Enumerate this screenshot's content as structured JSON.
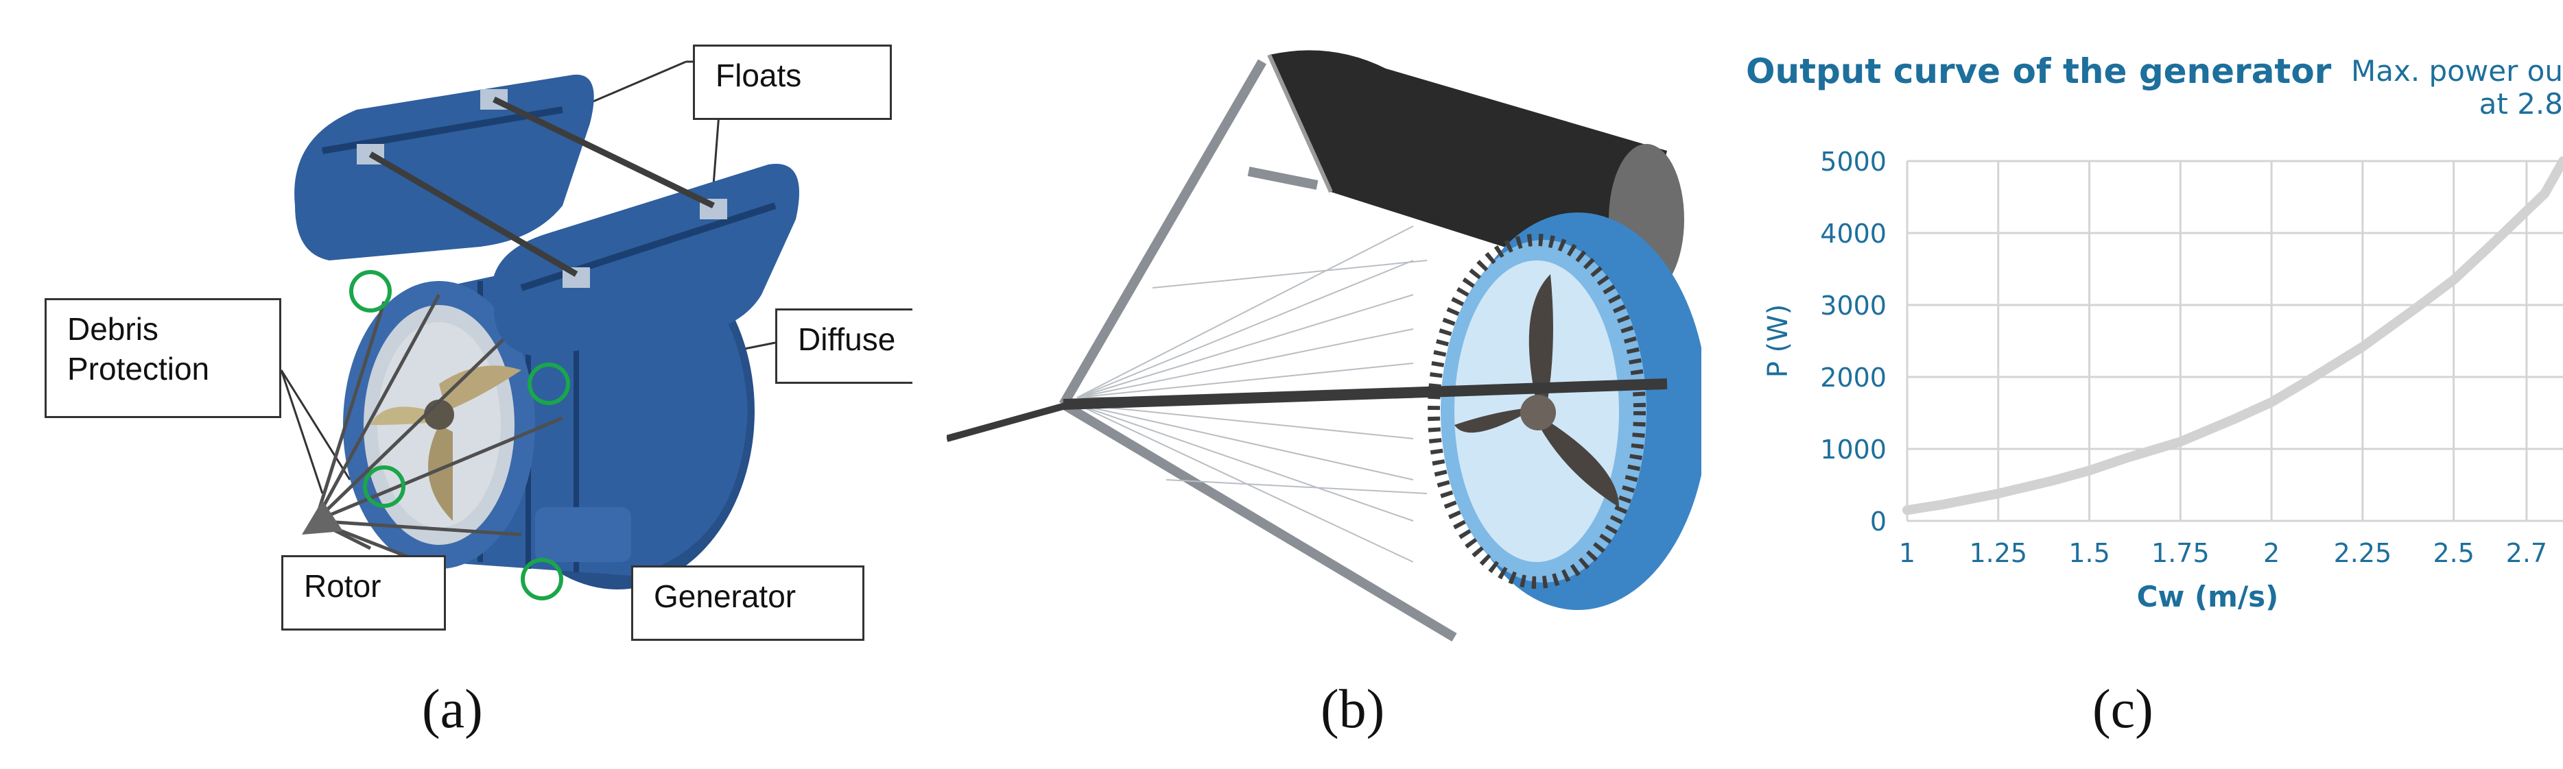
{
  "panels": {
    "a": {
      "caption": "(a)",
      "callouts": {
        "floats": "Floats",
        "debris_line1": "Debris",
        "debris_line2": "Protection",
        "diffuser": "Diffuse",
        "rotor": "Rotor",
        "generator": "Generator"
      },
      "colors": {
        "body": "#2f5f9e",
        "body_dark": "#1c3f72",
        "highlight": "#5a86c4",
        "marker": "#1aa64a"
      }
    },
    "b": {
      "caption": "(b)",
      "colors": {
        "frame": "#8a8f96",
        "ring": "#3b85c6",
        "ring_light": "#7fb9e6",
        "rotor": "#4a4440",
        "tube": "#1b1b1b"
      }
    },
    "c": {
      "caption": "(c)",
      "title": "Output curve of the generator",
      "note_line1": "Max. power ou",
      "note_line2": "at 2.8",
      "colors": {
        "title": "#1d6f9c",
        "grid": "#d4d4d4",
        "curve": "#d2d2d2",
        "axis_text": "#1d6f9c"
      }
    }
  },
  "chart_data": {
    "type": "line",
    "title": "Output curve of the generator",
    "xlabel": "Cw (m/s)",
    "ylabel": "P (W)",
    "x_ticks": [
      "1",
      "1.25",
      "1.5",
      "1.75",
      "2",
      "2.25",
      "2.5",
      "2.7"
    ],
    "y_ticks": [
      "0",
      "1000",
      "2000",
      "3000",
      "4000",
      "5000"
    ],
    "xlim": [
      1,
      2.8
    ],
    "ylim": [
      0,
      5000
    ],
    "grid": true,
    "series": [
      {
        "x": [
          1.0,
          1.1,
          1.25,
          1.4,
          1.5,
          1.6,
          1.75,
          1.9,
          2.0,
          2.1,
          2.25,
          2.4,
          2.5,
          2.6,
          2.75,
          2.8
        ],
        "values": [
          150,
          230,
          380,
          560,
          700,
          870,
          1100,
          1420,
          1650,
          1950,
          2420,
          2970,
          3350,
          3820,
          4550,
          5000
        ]
      }
    ]
  }
}
